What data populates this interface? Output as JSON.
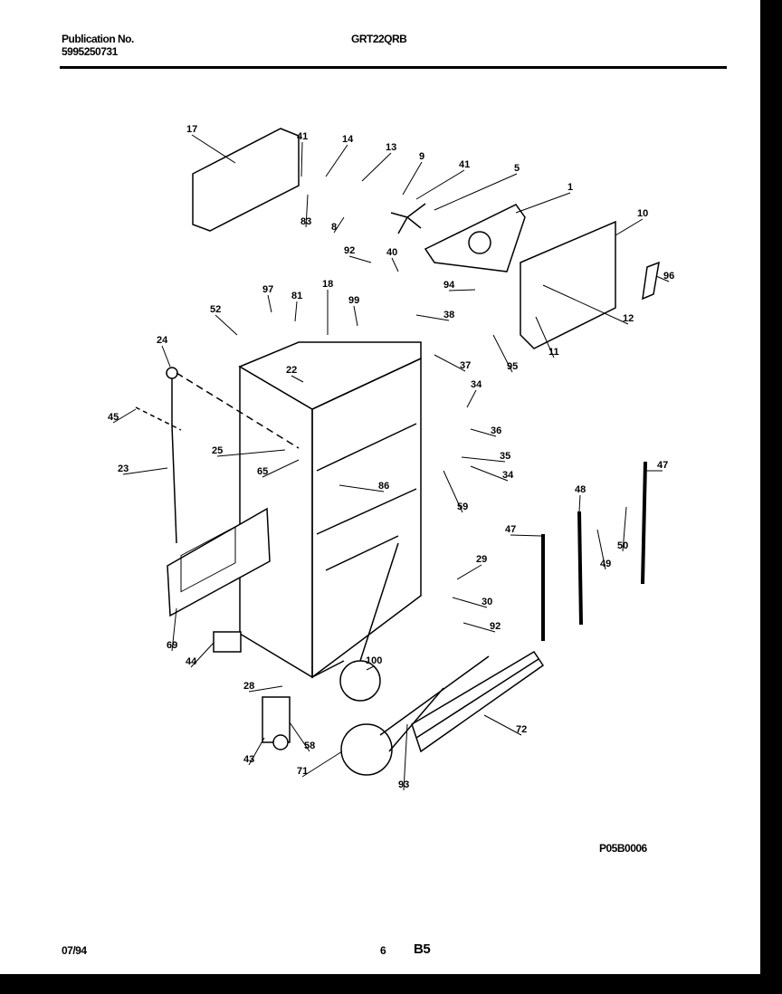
{
  "header": {
    "publication_label": "Publication No.",
    "publication_number": "5995250731",
    "model": "GRT22QRB"
  },
  "footer": {
    "diagram_code": "P05B0006",
    "date": "07/94",
    "page": "6",
    "section": "B5"
  },
  "callouts": [
    "17",
    "41",
    "14",
    "13",
    "9",
    "41",
    "5",
    "1",
    "10",
    "83",
    "8",
    "92",
    "40",
    "96",
    "97",
    "81",
    "18",
    "99",
    "94",
    "52",
    "38",
    "12",
    "24",
    "95",
    "11",
    "37",
    "22",
    "34",
    "45",
    "36",
    "25",
    "35",
    "34",
    "65",
    "86",
    "23",
    "59",
    "48",
    "47",
    "47",
    "50",
    "49",
    "29",
    "30",
    "92",
    "69",
    "44",
    "100",
    "28",
    "72",
    "58",
    "43",
    "71",
    "93"
  ]
}
